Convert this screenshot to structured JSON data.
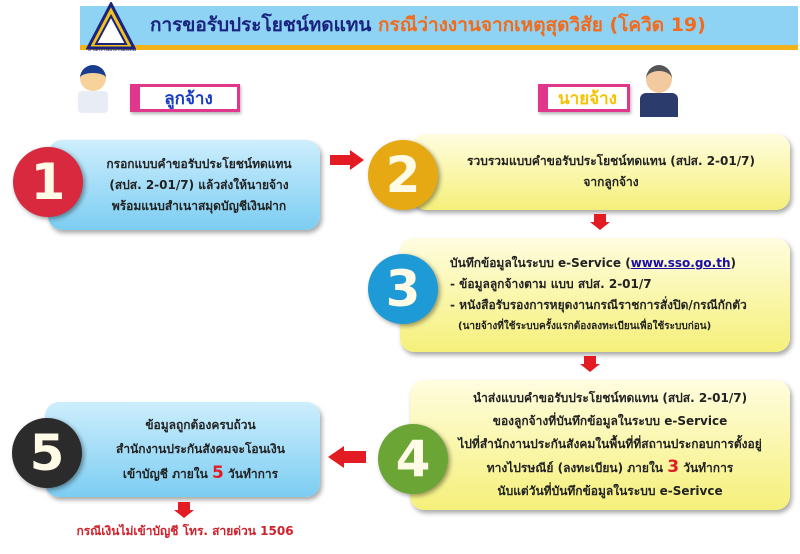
{
  "header": {
    "logo_text": "สำนักงานประกันสังคม",
    "title_main": "การขอรับประโยชน์ทดแทน",
    "title_sub": "กรณีว่างงานจากเหตุสุดวิสัย (โควิด 19)"
  },
  "roles": {
    "employee": "ลูกจ้าง",
    "employer": "นายจ้าง"
  },
  "steps": [
    {
      "number": "1",
      "lines": [
        "กรอกแบบคำขอรับประโยชน์ทดแทน",
        "(สปส. 2-01/7) แล้วส่งให้นายจ้าง",
        "พร้อมแนบสำเนาสมุดบัญชีเงินฝาก"
      ]
    },
    {
      "number": "2",
      "lines": [
        "รวบรวมแบบคำขอรับประโยชน์ทดแทน (สปส. 2-01/7)",
        "จากลูกจ้าง"
      ]
    },
    {
      "number": "3",
      "lines": [
        "บันทึกข้อมูลในระบบ e-Service (",
        "www.sso.go.th",
        ")",
        "- ข้อมูลลูกจ้างตาม แบบ สปส. 2-01/7",
        "- หนังสือรับรองการหยุดงานกรณีราชการสั่งปิด/กรณีกักตัว",
        "(นายจ้างที่ใช้ระบบครั้งแรกต้องลงทะเบียนเพื่อใช้ระบบก่อน)"
      ]
    },
    {
      "number": "4",
      "lines": [
        "นำส่งแบบคำขอรับประโยชน์ทดแทน (สปส. 2-01/7)",
        "ของลูกจ้างที่บันทึกข้อมูลในระบบ e-Service",
        "ไปที่สำนักงานประกันสังคมในพื้นที่ที่สถานประกอบการตั้งอยู่",
        "ทางไปรษณีย์ (ลงทะเบียน) ภายใน ",
        "3",
        " วันทำการ",
        "นับแต่วันที่บันทึกข้อมูลในระบบ e-Serivce"
      ]
    },
    {
      "number": "5",
      "lines": [
        "ข้อมูลถูกต้องครบถ้วน",
        "สำนักงานประกันสังคมจะโอนเงิน",
        "เข้าบัญชี ภายใน ",
        "5",
        " วันทำการ"
      ]
    }
  ],
  "footer_note": "กรณีเงินไม่เข้าบัญชี โทร. สายด่วน 1506",
  "colors": {
    "step1": "#d9293f",
    "step2": "#e6a914",
    "step3": "#1e9bd7",
    "step4": "#6aa535",
    "step5": "#2b2b2b",
    "arrow": "#e31b23"
  }
}
